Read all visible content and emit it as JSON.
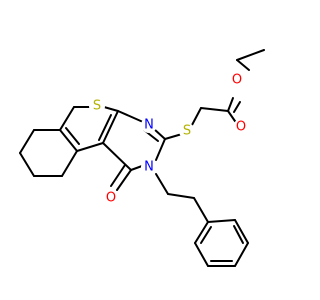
{
  "colors": {
    "bond": "#000000",
    "sulfur": "#b2b200",
    "nitrogen": "#0000ff",
    "oxygen": "#ff0000",
    "background": "#ffffff"
  },
  "atoms": [
    {
      "id": "S_thiophene",
      "label": "S",
      "element": "sulfur"
    },
    {
      "id": "S_thioether",
      "label": "S",
      "element": "sulfur"
    },
    {
      "id": "N1",
      "label": "N",
      "element": "nitrogen"
    },
    {
      "id": "N3",
      "label": "N",
      "element": "nitrogen"
    },
    {
      "id": "O_carbonyl",
      "label": "O",
      "element": "oxygen"
    },
    {
      "id": "O_ester_single",
      "label": "O",
      "element": "oxygen"
    },
    {
      "id": "O_ester_double",
      "label": "O",
      "element": "oxygen"
    }
  ]
}
